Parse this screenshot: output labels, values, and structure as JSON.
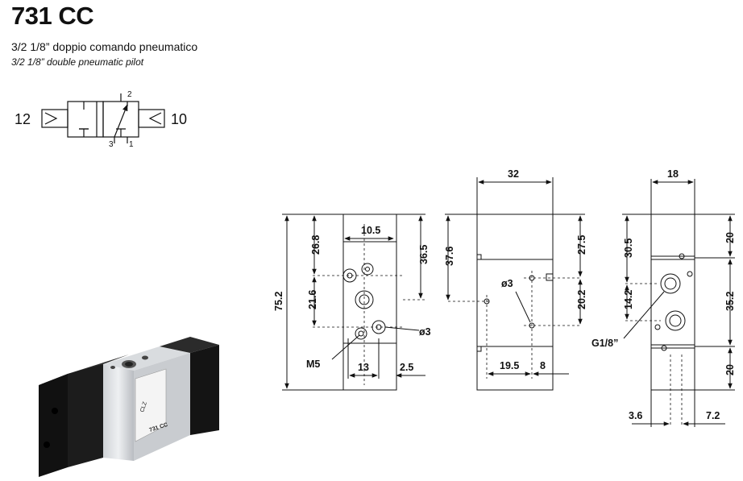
{
  "header": {
    "model": "731 CC",
    "subtitle_it": "3/2 1/8” doppio comando pneumatico",
    "subtitle_en": "3/2 1/8” double pneumatic pilot"
  },
  "symbol": {
    "port_left": "12",
    "port_right": "10",
    "port_top": "2",
    "port_bottom_left": "3",
    "port_bottom_right": "1"
  },
  "photo": {
    "brand_mark": "CLZ",
    "label_model": "731 CC"
  },
  "views": {
    "front": {
      "overall_height": "75.2",
      "upper_height": "26.8",
      "mid_height": "21.6",
      "hole_width": "10.5",
      "right_height": "36.5",
      "bottom_width": "13",
      "bottom_offset": "2.5",
      "thread_label": "M5",
      "hole_diameter": "ø3"
    },
    "side": {
      "width": "32",
      "left_height": "37.6",
      "right_upper": "27.5",
      "right_mid": "20.2",
      "hole_diameter": "ø3",
      "bottom_width": "19.5",
      "bottom_offset": "8"
    },
    "end": {
      "width": "18",
      "upper_height": "30.5",
      "mid_height": "14.2",
      "top_right": "20",
      "middle_right": "35.2",
      "bottom_right": "20",
      "port_label": "G1/8”",
      "bottom_left": "3.6",
      "bottom_right_width": "7.2"
    }
  }
}
